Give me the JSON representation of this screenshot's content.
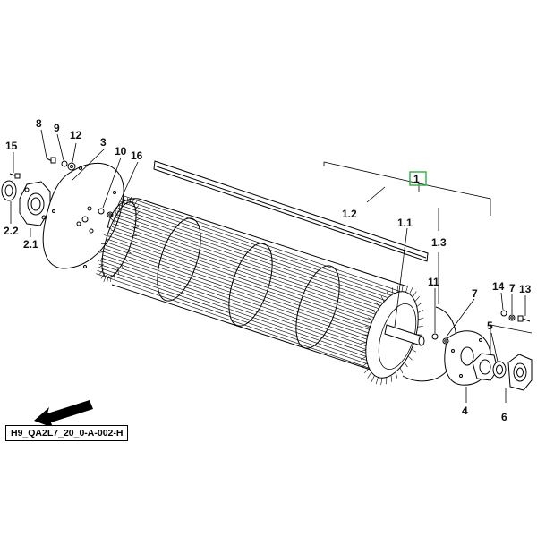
{
  "diagram": {
    "reference_code": "H9_QA2L7_20_0-A-002-H",
    "highlight_color": "#3cb44b",
    "callouts": {
      "c1": "1",
      "c1_1": "1.1",
      "c1_2": "1.2",
      "c1_3": "1.3",
      "c2_1": "2.1",
      "c2_2": "2.2",
      "c3": "3",
      "c4": "4",
      "c5": "5",
      "c6": "6",
      "c7a": "7",
      "c7b": "7",
      "c8": "8",
      "c9": "9",
      "c10": "10",
      "c11": "11",
      "c12": "12",
      "c13": "13",
      "c14": "14",
      "c15": "15",
      "c16": "16"
    },
    "icons": {
      "direction_arrow": "arrow-down-left-icon"
    }
  }
}
